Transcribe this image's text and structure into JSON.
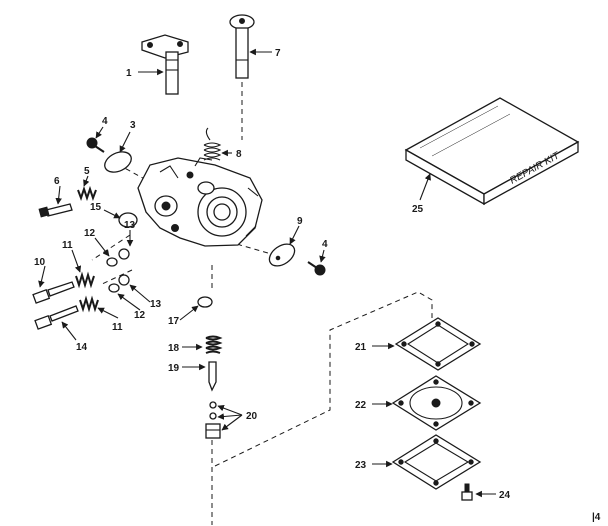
{
  "callouts": {
    "n1": "1",
    "n3": "3",
    "n4a": "4",
    "n4b": "4",
    "n5": "5",
    "n6": "6",
    "n7": "7",
    "n8": "8",
    "n9": "9",
    "n10": "10",
    "n11a": "11",
    "n11b": "11",
    "n12a": "12",
    "n12b": "12",
    "n13a": "13",
    "n13b": "13",
    "n14": "14",
    "n15": "15",
    "n17": "17",
    "n18": "18",
    "n19": "19",
    "n20": "20",
    "n21": "21",
    "n22": "22",
    "n23": "23",
    "n24": "24",
    "n25": "25"
  },
  "repair_kit_label": "REPAIR KIT",
  "corner_mark": "|4"
}
